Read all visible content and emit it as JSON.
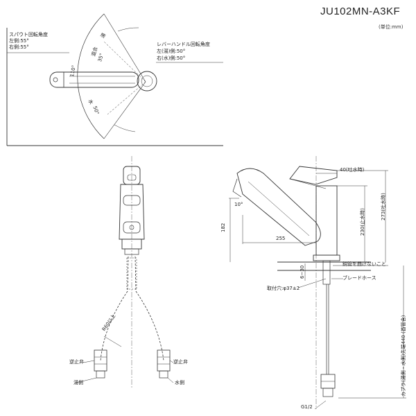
{
  "model_number": "JU102MN-A3KF",
  "unit_note": "(単位:mm)",
  "top_view": {
    "spout_title": "スパウト回転角度",
    "spout_left": "左側:55°",
    "spout_right": "右側:55°",
    "lever_title": "レバーハンドル回転角度",
    "lever_left": "左(湯)側:50°",
    "lever_right": "右(水)側:50°",
    "angle_110": "110°",
    "hot_label": "湯",
    "mixed_label": "混合",
    "mixed_angle": "35°",
    "water_label": "水",
    "water_angle": "50°"
  },
  "front_view": {
    "radius_note": "R60以上",
    "check_valve_left": "逆止弁",
    "check_valve_right": "逆止弁",
    "hot_side": "湯側",
    "water_side": "水側"
  },
  "side_view": {
    "dim_40": "40(吐水時)",
    "dim_273": "273(吐水時)",
    "dim_230": "230(止水時)",
    "dim_182": "182",
    "dim_255": "255",
    "angle_10": "10°",
    "dim_6_30": "6~30",
    "mount_hole": "取付穴:φ37±2",
    "no_bend": "銅管を曲げないこと",
    "braided_hose": "ブレードホース",
    "coupling_length": "カプラ(湯側・水側)先端440 (首管含)",
    "thread": "G1/2"
  }
}
